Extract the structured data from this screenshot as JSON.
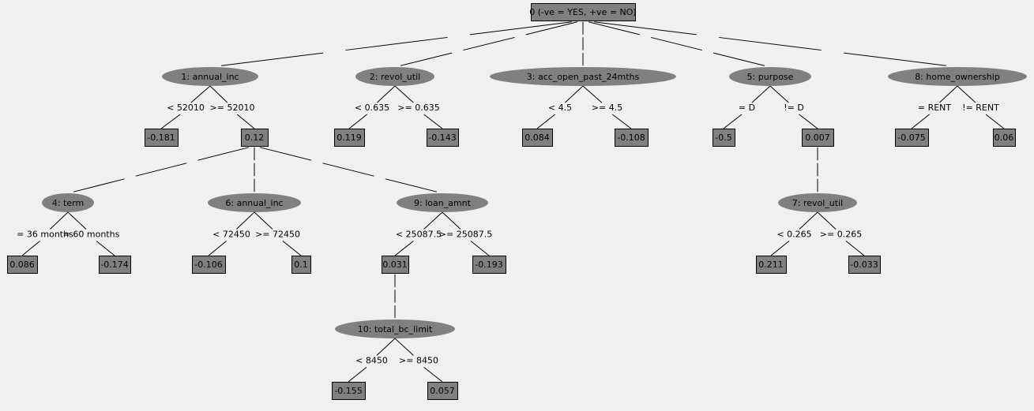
{
  "tree": {
    "nodes": [
      {
        "id": "n0",
        "label": "0 (-ve = YES, +ve = NO)",
        "shape": "box"
      },
      {
        "id": "n1",
        "label": "1: annual_inc",
        "shape": "oval"
      },
      {
        "id": "n2",
        "label": "2: revol_util",
        "shape": "oval"
      },
      {
        "id": "n3",
        "label": "3: acc_open_past_24mths",
        "shape": "oval"
      },
      {
        "id": "n5",
        "label": "5: purpose",
        "shape": "oval"
      },
      {
        "id": "n8",
        "label": "8: home_ownership",
        "shape": "oval"
      },
      {
        "id": "l1a",
        "label": "-0.181",
        "shape": "box"
      },
      {
        "id": "v1b",
        "label": "0.12",
        "shape": "box"
      },
      {
        "id": "l2a",
        "label": "0.119",
        "shape": "box"
      },
      {
        "id": "l2b",
        "label": "-0.143",
        "shape": "box"
      },
      {
        "id": "l3a",
        "label": "0.084",
        "shape": "box"
      },
      {
        "id": "l3b",
        "label": "-0.108",
        "shape": "box"
      },
      {
        "id": "l5a",
        "label": "-0.5",
        "shape": "box"
      },
      {
        "id": "v5b",
        "label": "0.007",
        "shape": "box"
      },
      {
        "id": "l8a",
        "label": "-0.075",
        "shape": "box"
      },
      {
        "id": "l8b",
        "label": "0.06",
        "shape": "box"
      },
      {
        "id": "n4",
        "label": "4: term",
        "shape": "oval"
      },
      {
        "id": "n6",
        "label": "6: annual_inc",
        "shape": "oval"
      },
      {
        "id": "n9",
        "label": "9: loan_amnt",
        "shape": "oval"
      },
      {
        "id": "n7",
        "label": "7: revol_util",
        "shape": "oval"
      },
      {
        "id": "l4a",
        "label": "0.086",
        "shape": "box"
      },
      {
        "id": "l4b",
        "label": "-0.174",
        "shape": "box"
      },
      {
        "id": "l6a",
        "label": "-0.106",
        "shape": "box"
      },
      {
        "id": "l6b",
        "label": "0.1",
        "shape": "box"
      },
      {
        "id": "v9a",
        "label": "0.031",
        "shape": "box"
      },
      {
        "id": "l9b",
        "label": "-0.193",
        "shape": "box"
      },
      {
        "id": "l7a",
        "label": "0.211",
        "shape": "box"
      },
      {
        "id": "l7b",
        "label": "-0.033",
        "shape": "box"
      },
      {
        "id": "n10",
        "label": "10: total_bc_limit",
        "shape": "oval"
      },
      {
        "id": "l10a",
        "label": "-0.155",
        "shape": "box"
      },
      {
        "id": "l10b",
        "label": "0.057",
        "shape": "box"
      }
    ],
    "edges": [
      {
        "from": "n0",
        "to": "n1",
        "label": ""
      },
      {
        "from": "n0",
        "to": "n2",
        "label": ""
      },
      {
        "from": "n0",
        "to": "n3",
        "label": ""
      },
      {
        "from": "n0",
        "to": "n5",
        "label": ""
      },
      {
        "from": "n0",
        "to": "n8",
        "label": ""
      },
      {
        "from": "n1",
        "to": "l1a",
        "label": "< 52010"
      },
      {
        "from": "n1",
        "to": "v1b",
        "label": ">= 52010"
      },
      {
        "from": "n2",
        "to": "l2a",
        "label": "< 0.635"
      },
      {
        "from": "n2",
        "to": "l2b",
        "label": ">= 0.635"
      },
      {
        "from": "n3",
        "to": "l3a",
        "label": "< 4.5"
      },
      {
        "from": "n3",
        "to": "l3b",
        "label": ">= 4.5"
      },
      {
        "from": "n5",
        "to": "l5a",
        "label": "= D"
      },
      {
        "from": "n5",
        "to": "v5b",
        "label": "!= D"
      },
      {
        "from": "n8",
        "to": "l8a",
        "label": "= RENT"
      },
      {
        "from": "n8",
        "to": "l8b",
        "label": "!= RENT"
      },
      {
        "from": "v1b",
        "to": "n4",
        "label": ""
      },
      {
        "from": "v1b",
        "to": "n6",
        "label": ""
      },
      {
        "from": "v1b",
        "to": "n9",
        "label": ""
      },
      {
        "from": "v5b",
        "to": "n7",
        "label": ""
      },
      {
        "from": "n4",
        "to": "l4a",
        "label": "=  36 months"
      },
      {
        "from": "n4",
        "to": "l4b",
        "label": "=  60 months"
      },
      {
        "from": "n6",
        "to": "l6a",
        "label": "< 72450"
      },
      {
        "from": "n6",
        "to": "l6b",
        "label": ">= 72450"
      },
      {
        "from": "n9",
        "to": "v9a",
        "label": "< 25087.5"
      },
      {
        "from": "n9",
        "to": "l9b",
        "label": ">= 25087.5"
      },
      {
        "from": "n7",
        "to": "l7a",
        "label": "< 0.265"
      },
      {
        "from": "n7",
        "to": "l7b",
        "label": ">= 0.265"
      },
      {
        "from": "v9a",
        "to": "n10",
        "label": ""
      },
      {
        "from": "n10",
        "to": "l10a",
        "label": "< 8450"
      },
      {
        "from": "n10",
        "to": "l10b",
        "label": ">= 8450"
      }
    ]
  }
}
